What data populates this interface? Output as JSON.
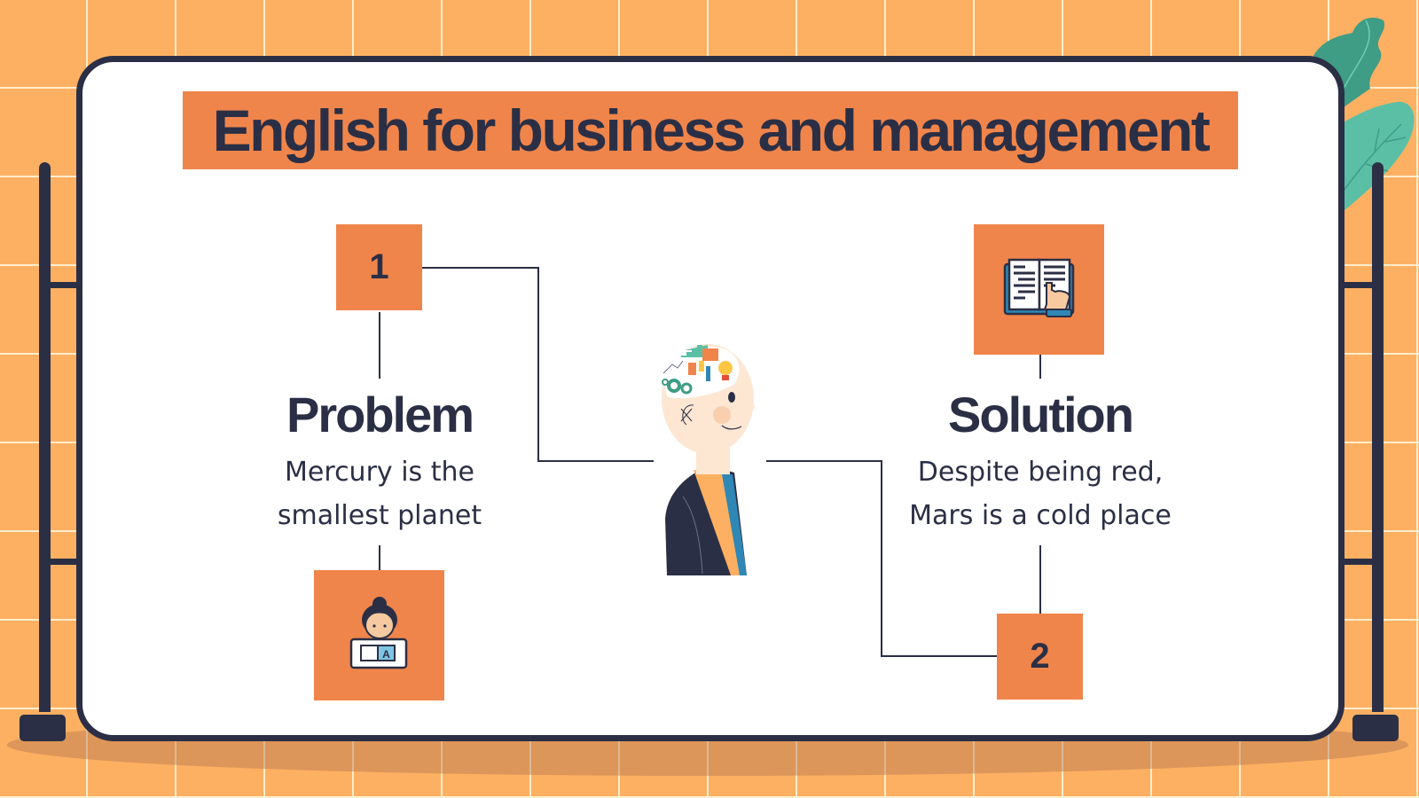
{
  "slide": {
    "title": "English for business and management",
    "colors": {
      "background": "#fdb062",
      "grid_line": "#fff0d2",
      "board": "#ffffff",
      "board_border": "#2b2f45",
      "accent": "#f0854b",
      "text": "#2b2f45",
      "plant_dark": "#3f9c85",
      "plant_light": "#5bbfa6"
    }
  },
  "problem": {
    "number": "1",
    "heading": "Problem",
    "description_line1": "Mercury is the",
    "description_line2": "smallest planet",
    "icon": "person-laptop-translate-icon"
  },
  "solution": {
    "number": "2",
    "heading": "Solution",
    "description_line1": "Despite being red,",
    "description_line2": "Mars is a cold place",
    "icon": "open-book-pointing-hand-icon"
  },
  "center_illustration": {
    "icon": "businessman-thinking-head-icon"
  }
}
